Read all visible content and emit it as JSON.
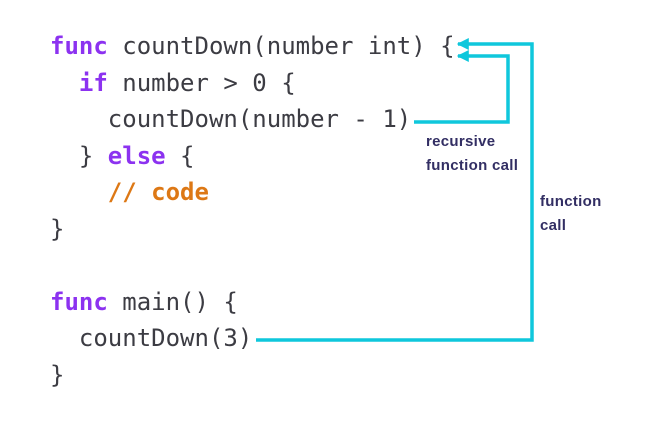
{
  "colors": {
    "background": "#FFFFFF",
    "keyword": "#8C32F0",
    "code": "#3C3C43",
    "comment": "#DD7815",
    "arrow": "#0FC7DC",
    "label": "#322E63"
  },
  "code": {
    "language": "go",
    "lines": [
      {
        "tokens": [
          {
            "t": "func",
            "c": "keyword"
          },
          {
            "t": " countDown(number int) {",
            "c": "code"
          }
        ]
      },
      {
        "tokens": [
          {
            "t": "  ",
            "c": "code"
          },
          {
            "t": "if",
            "c": "keyword"
          },
          {
            "t": " number > 0 {",
            "c": "code"
          }
        ]
      },
      {
        "tokens": [
          {
            "t": "    countDown(number - 1)",
            "c": "code"
          }
        ]
      },
      {
        "tokens": [
          {
            "t": "  } ",
            "c": "code"
          },
          {
            "t": "else",
            "c": "keyword"
          },
          {
            "t": " {",
            "c": "code"
          }
        ]
      },
      {
        "tokens": [
          {
            "t": "    ",
            "c": "code"
          },
          {
            "t": "// code",
            "c": "comment"
          }
        ]
      },
      {
        "tokens": [
          {
            "t": "}",
            "c": "code"
          }
        ]
      },
      {
        "tokens": []
      },
      {
        "tokens": [
          {
            "t": "func",
            "c": "keyword"
          },
          {
            "t": " main() {",
            "c": "code"
          }
        ]
      },
      {
        "tokens": [
          {
            "t": "  countDown(3)",
            "c": "code"
          }
        ]
      },
      {
        "tokens": [
          {
            "t": "}",
            "c": "code"
          }
        ]
      }
    ]
  },
  "annotations": {
    "recursive_label": {
      "lines": [
        "recursive",
        "function call"
      ]
    },
    "function_label": {
      "lines": [
        "function",
        "call"
      ]
    }
  }
}
